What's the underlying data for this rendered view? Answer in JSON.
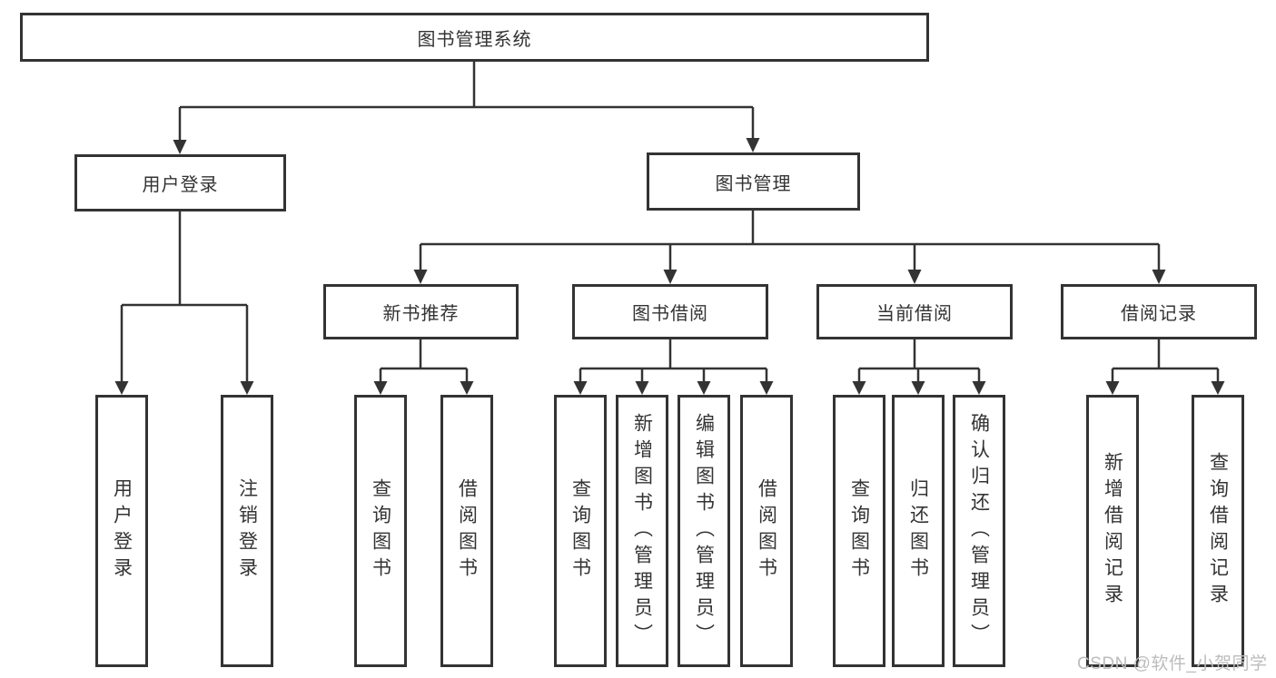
{
  "diagram": {
    "root": {
      "label": "图书管理系统"
    },
    "branches": [
      {
        "label": "用户登录",
        "leaves": [
          "用户登录",
          "注销登录"
        ]
      },
      {
        "label": "图书管理",
        "groups": [
          {
            "label": "新书推荐",
            "leaves": [
              "查询图书",
              "借阅图书"
            ]
          },
          {
            "label": "图书借阅",
            "leaves": [
              "查询图书",
              "新增图书（管理员）",
              "编辑图书（管理员）",
              "借阅图书"
            ]
          },
          {
            "label": "当前借阅",
            "leaves": [
              "查询图书",
              "归还图书",
              "确认归还（管理员）"
            ]
          },
          {
            "label": "借阅记录",
            "leaves": [
              "新增借阅记录",
              "查询借阅记录"
            ]
          }
        ]
      }
    ]
  },
  "watermark": {
    "text": "CSDN @软件_小贺同学"
  },
  "colors": {
    "line": "#333333",
    "box_border": "#333333",
    "text": "#333333",
    "background": "#ffffff",
    "watermark": "#bcbcbc"
  }
}
